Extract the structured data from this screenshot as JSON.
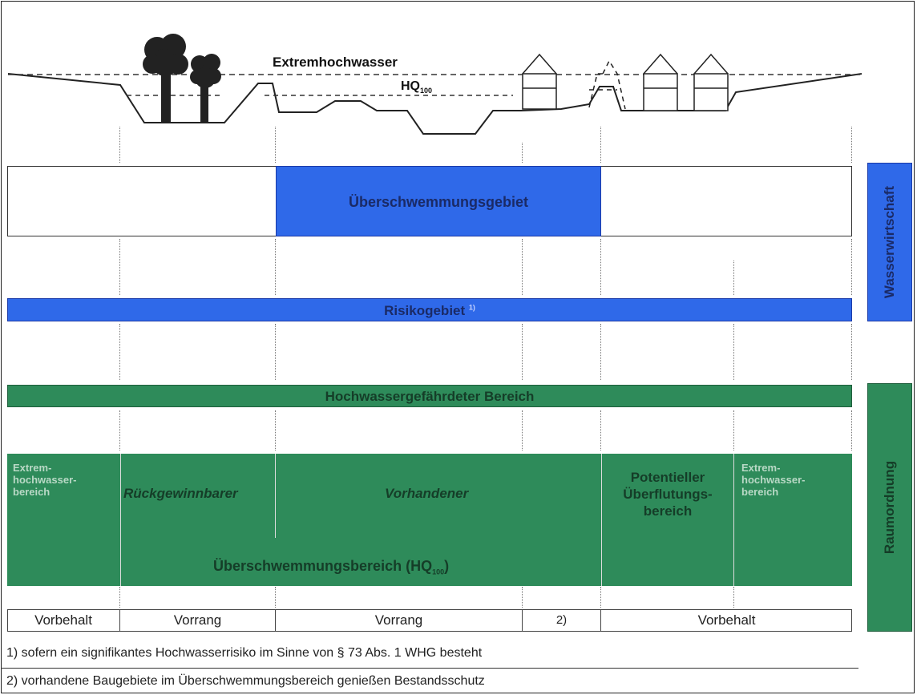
{
  "terrain": {
    "extreme_label": "Extremhochwasser",
    "hq_label": "HQ",
    "hq_sub": "100"
  },
  "water_management": {
    "label": "Wasserwirtschaft",
    "floodplain": "Überschwemmungsgebiet",
    "risk_area": "Risikogebiet",
    "risk_note_mark": "1)"
  },
  "spatial_planning": {
    "label": "Raumordnung",
    "endangered_area": "Hochwassergefährdeter Bereich",
    "extreme_left": "Extrem-\nhochwasser-\nbereich",
    "recoverable": "Rückgewinnbarer",
    "existing": "Vorhandener",
    "potential": "Potentieller\nÜberflutungs-\nbereich",
    "extreme_right": "Extrem-\nhochwasser-\nbereich",
    "floodzone_main": "Überschwemmungsbereich (HQ",
    "floodzone_sub": "100",
    "floodzone_end": ")"
  },
  "designation_row": [
    "Vorbehalt",
    "Vorrang",
    "Vorrang",
    "2)",
    "Vorbehalt"
  ],
  "notes": [
    "1) sofern ein signifikantes Hochwasserrisiko im Sinne von § 73 Abs. 1 WHG besteht",
    "2) vorhandene Baugebiete im Überschwemmungsbereich genießen Bestandsschutz"
  ],
  "colors": {
    "blue": "#2f69e9",
    "green": "#2e8b5a",
    "text_dark_blue": "#2a3470",
    "green_text": "#b9d9c6"
  }
}
